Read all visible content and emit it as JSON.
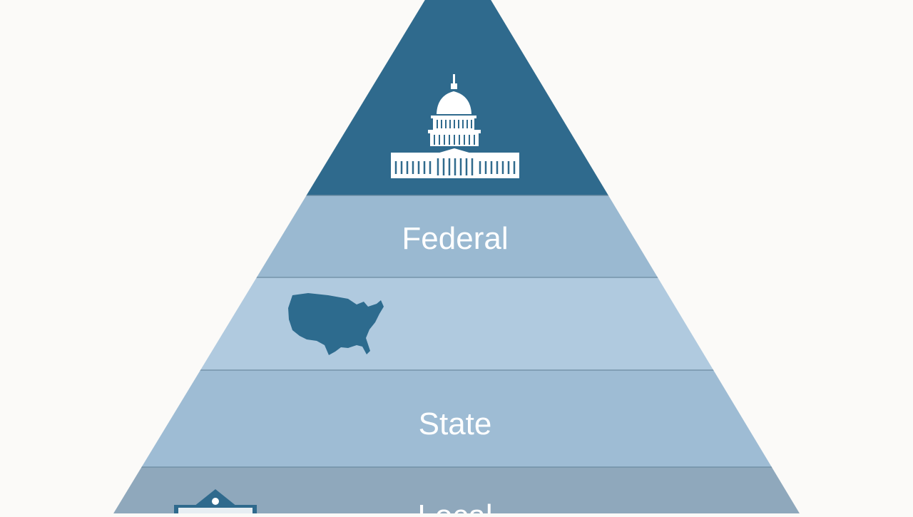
{
  "pyramid": {
    "tiers": [
      {
        "name": "capitol-tier",
        "label": "",
        "color": "#2f6a8d",
        "icon": "capitol-icon"
      },
      {
        "name": "federal-tier",
        "label": "Federal",
        "color": "#9ab9d1"
      },
      {
        "name": "map-tier",
        "label": "",
        "color": "#b0cadf",
        "icon": "usa-map-icon"
      },
      {
        "name": "state-tier",
        "label": "State",
        "color": "#9ebcd4"
      },
      {
        "name": "local-tier",
        "label": "Local",
        "color": "#8fa8bc",
        "icon": "local-building-icon"
      }
    ]
  }
}
